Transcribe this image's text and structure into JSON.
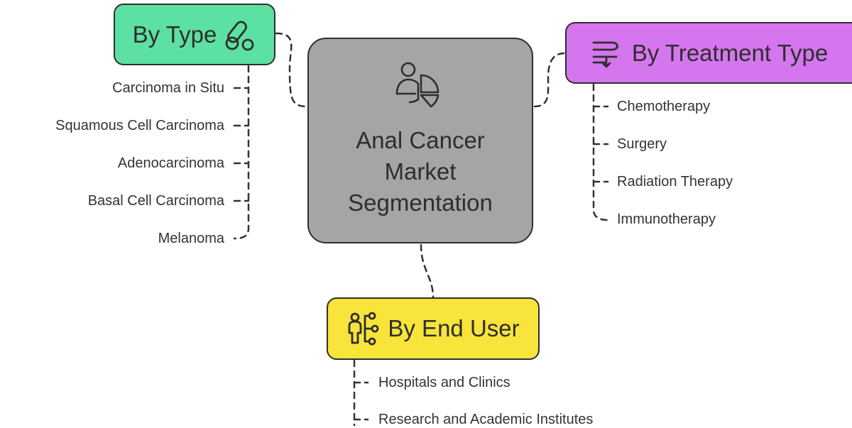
{
  "center": {
    "title": "Anal Cancer Market Segmentation",
    "icon": "user-pie-chart-icon"
  },
  "branches": {
    "by_type": {
      "label": "By Type",
      "icon": "pill-icon",
      "color": "#5ce1a2",
      "items": [
        "Carcinoma in Situ",
        "Squamous Cell Carcinoma",
        "Adenocarcinoma",
        "Basal Cell Carcinoma",
        "Melanoma"
      ]
    },
    "by_treatment": {
      "label": "By Treatment Type",
      "icon": "flow-lines-icon",
      "color": "#d576ee",
      "items": [
        "Chemotherapy",
        "Surgery",
        "Radiation Therapy",
        "Immunotherapy"
      ]
    },
    "by_end_user": {
      "label": "By End User",
      "icon": "person-network-icon",
      "color": "#f8e43a",
      "items": [
        "Hospitals and Clinics",
        "Research and Academic Institutes"
      ]
    }
  },
  "center_color": "#a5a5a5"
}
